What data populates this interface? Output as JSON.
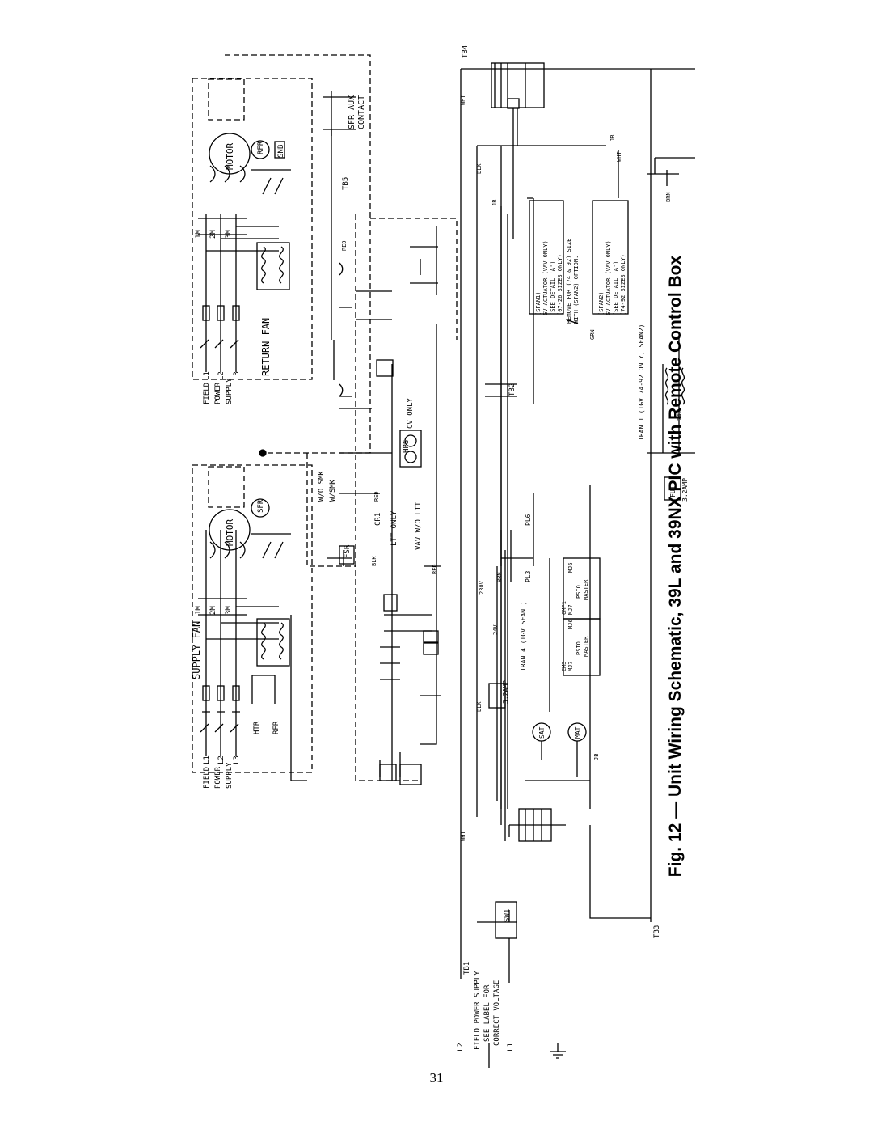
{
  "figure": {
    "caption": "Fig. 12 — Unit Wiring Schematic, 39L and 39NX PIC with Remote Control Box",
    "page_number": "31"
  },
  "labels": {
    "field_power_left": [
      "FIELD",
      "POWER",
      "SUPPLY"
    ],
    "field_power_mid": [
      "FIELD",
      "POWER",
      "SUPPLY"
    ],
    "lines_left": [
      "L1",
      "L2",
      "L3"
    ],
    "lines_mid": [
      "L1",
      "L2",
      "L3"
    ],
    "supply_fan": "SUPPLY FAN",
    "return_fan": "RETURN FAN",
    "motor": "MOTOR",
    "motor2": "MOTOR",
    "contactors_sf": [
      "1M",
      "2M",
      "3M"
    ],
    "contactors_rf": [
      "1M",
      "2M",
      "3M"
    ],
    "sfr_aux": [
      "SFR AUX",
      "CONTACT"
    ],
    "sfr": "SFR",
    "rfr": "RFR",
    "htr": "HTR",
    "rfr2": "RFR",
    "snb": "SNB",
    "fsr": "FSR",
    "hps": "HPS",
    "sat": "SAT",
    "mat": "MAT",
    "sw1": "SW1",
    "w_o_smk": "W/O SMK",
    "w_smk": "W/SMK",
    "cv_only": "CV ONLY",
    "vav_wo_ltt": "VAV W/O LTT",
    "ltt_only": "LTT ONLY",
    "cr1": "CR1",
    "field_power_bottom": [
      "FIELD POWER SUPPLY",
      "SEE LABEL FOR",
      "CORRECT VOLTAGE"
    ],
    "bottom_lines": [
      "L2",
      "L1"
    ],
    "tb1": "TB1",
    "tb2": "TB2",
    "tb3": "TB3",
    "tb4": "TB4",
    "tb5": "TB5",
    "tran4": "TRAN 4 (IGV SFAN1)",
    "tran1": "TRAN 1 (IGV 74-92 ONLY, SFAN2)",
    "fu1": "FU1",
    "amp": "3.2AMP",
    "amp2": "3.2AMP",
    "sfan1_box": [
      "(SFAN1)",
      "GV ACTUATOR (VAV ONLY)",
      "(SEE DETAIL 'A')",
      "(07-26 SIZES ONLY)"
    ],
    "sfan2_box": [
      "(SFAN2)",
      "GV ACTUATOR (VAV ONLY)",
      "(SEE DETAIL 'A')",
      "(74-92 SIZES ONLY)"
    ],
    "remove_note": [
      "REMOVE FOR (74 & 92) SIZE",
      "WITH (SFAN2) OPTION."
    ],
    "psio_master": [
      "MJ7",
      "PSIO",
      "MASTER",
      "MJ6",
      "CMF1"
    ],
    "psio_master2": [
      "MJ7",
      "PSIO",
      "MASTER",
      "MJ6",
      "CM3"
    ],
    "pl6": "PL6",
    "pl3": "PL3",
    "wht": "WHT",
    "blk": "BLK",
    "red": "RED",
    "brn": "BRN",
    "grn": "GRN",
    "v24": "24V",
    "v230": "230V",
    "jb": "JB"
  }
}
